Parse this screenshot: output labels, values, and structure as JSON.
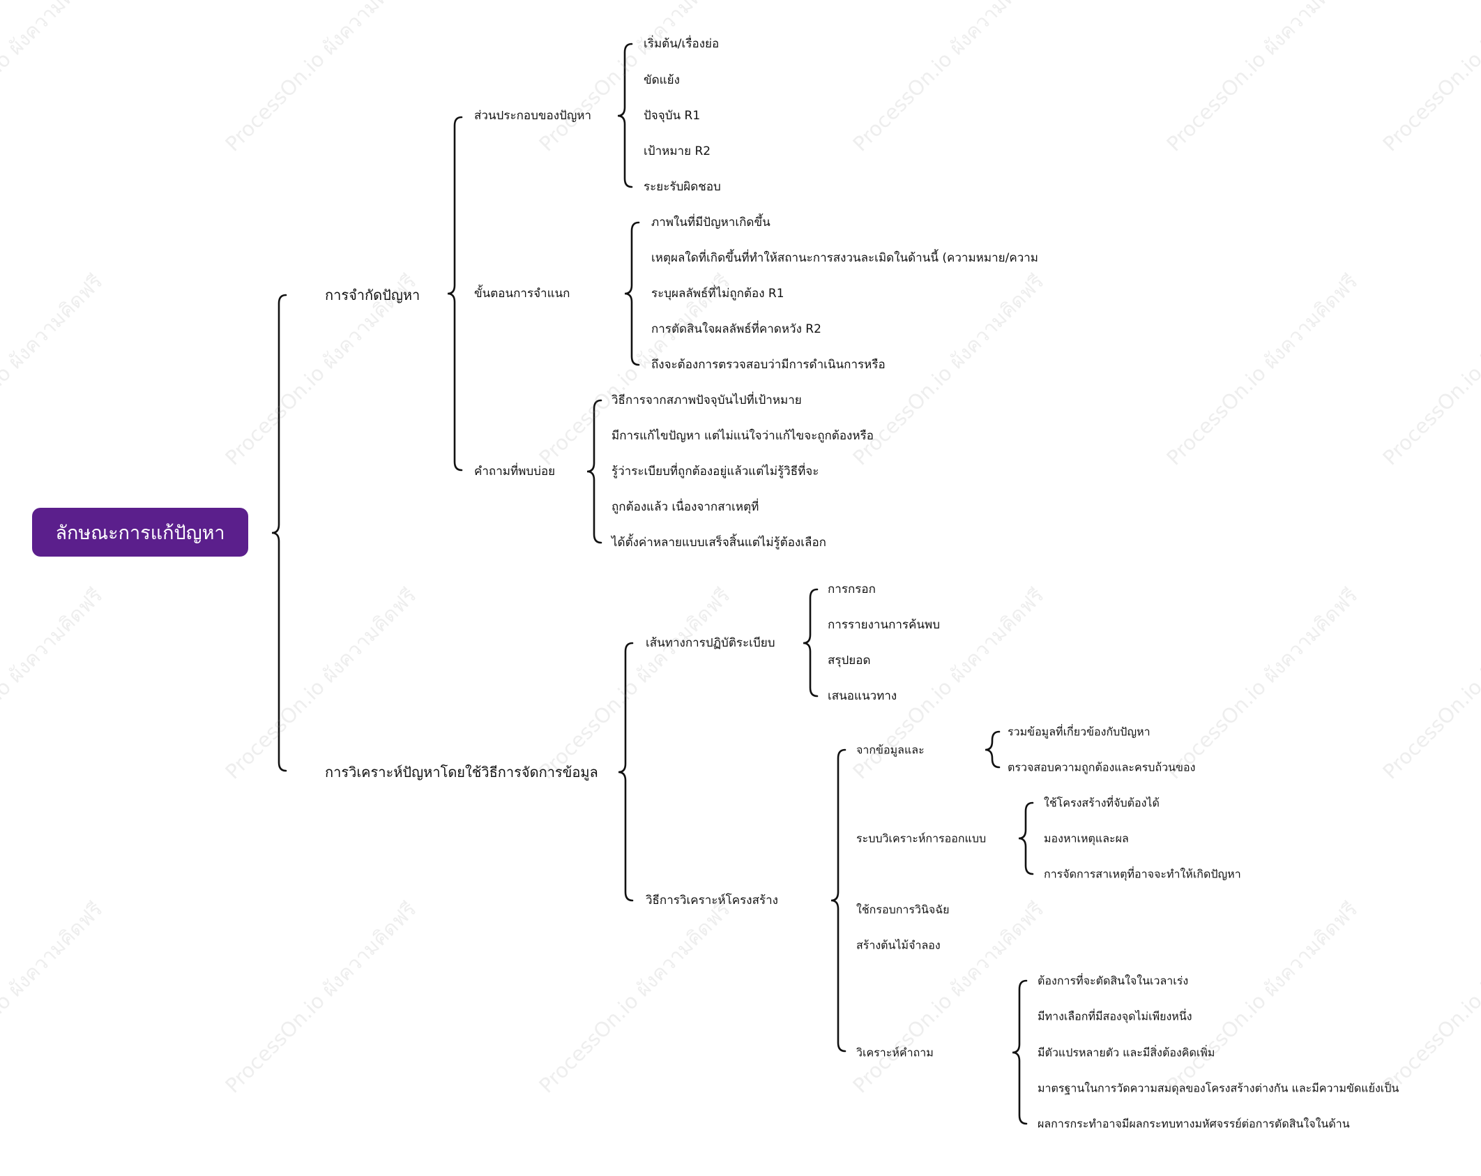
{
  "colors": {
    "root_background": "#5b1f8c",
    "root_text": "#ffffff",
    "text": "#111111",
    "bracket": "#111111",
    "watermark": "#969696"
  },
  "watermark_text": "ProcessOn.io ผังความคิดฟรี",
  "root": {
    "label": "ลักษณะการแก้ปัญหา"
  },
  "branches": [
    {
      "label": "การจำกัดปัญหา",
      "children": [
        {
          "label": "ส่วนประกอบของปัญหา",
          "children": [
            {
              "label": "เริ่มต้น/เรื่องย่อ"
            },
            {
              "label": "ขัดแย้ง"
            },
            {
              "label": "ปัจจุบัน R1"
            },
            {
              "label": "เป้าหมาย R2"
            },
            {
              "label": "ระยะรับผิดชอบ"
            }
          ]
        },
        {
          "label": "ขั้นตอนการจำแนก",
          "children": [
            {
              "label": "ภาพในที่มีปัญหาเกิดขึ้น"
            },
            {
              "label": "เหตุผลใดที่เกิดขึ้นที่ทำให้สถานะการสงวนละเมิดในด้านนี้  (ความหมาย/ความ"
            },
            {
              "label": "ระบุผลลัพธ์ที่ไม่ถูกต้อง R1"
            },
            {
              "label": "การตัดสินใจผลลัพธ์ที่คาดหวัง R2"
            },
            {
              "label": "ถึงจะต้องการตรวจสอบว่ามีการดำเนินการหรือ"
            }
          ]
        },
        {
          "label": "คำถามที่พบบ่อย",
          "children": [
            {
              "label": "วิธีการจากสภาพปัจจุบันไปที่เป้าหมาย"
            },
            {
              "label": "มีการแก้ไขปัญหา แต่ไม่แน่ใจว่าแก้ไขจะถูกต้องหรือ"
            },
            {
              "label": "รู้ว่าระเบียบที่ถูกต้องอยู่แล้วแต่ไม่รู้วิธีที่จะ"
            },
            {
              "label": "ถูกต้องแล้ว เนื่องจากสาเหตุที่"
            },
            {
              "label": "ได้ตั้งค่าหลายแบบเสร็จสิ้นแต่ไม่รู้ต้องเลือก"
            }
          ]
        }
      ]
    },
    {
      "label": "การวิเคราะห์ปัญหาโดยใช้วิธีการจัดการข้อมูล",
      "children": [
        {
          "label": "เส้นทางการปฏิบัติระเบียบ",
          "children": [
            {
              "label": "การกรอก"
            },
            {
              "label": "การรายงานการค้นพบ"
            },
            {
              "label": "สรุปยอด"
            },
            {
              "label": "เสนอแนวทาง"
            }
          ]
        },
        {
          "label": "วิธีการวิเคราะห์โครงสร้าง",
          "children": [
            {
              "label": "จากข้อมูลและ",
              "children": [
                {
                  "label": "รวมข้อมูลที่เกี่ยวข้องกับปัญหา"
                },
                {
                  "label": "ตรวจสอบความถูกต้องและครบถ้วนของ"
                }
              ]
            },
            {
              "label": "ระบบวิเคราะห์การออกแบบ",
              "children": [
                {
                  "label": "ใช้โครงสร้างที่จับต้องได้"
                },
                {
                  "label": "มองหาเหตุและผล"
                },
                {
                  "label": "การจัดการสาเหตุที่อาจจะทำให้เกิดปัญหา"
                }
              ]
            },
            {
              "label": "ใช้กรอบการวินิจฉัย"
            },
            {
              "label": "สร้างต้นไม้จำลอง"
            },
            {
              "label": "วิเคราะห์คำถาม",
              "children": [
                {
                  "label": "ต้องการที่จะตัดสินใจในเวลาเร่ง"
                },
                {
                  "label": "มีทางเลือกที่มีสองจุดไม่เพียงหนึ่ง"
                },
                {
                  "label": "มีตัวแปรหลายตัว และมีสิ่งต้องคิดเพิ่ม"
                },
                {
                  "label": "มาตรฐานในการวัดความสมดุลของโครงสร้างต่างกัน และมีความขัดแย้งเป็น"
                },
                {
                  "label": "ผลการกระทำอาจมีผลกระทบทางมหัศจรรย์ต่อการตัดสินใจในด้าน"
                }
              ]
            }
          ]
        }
      ]
    }
  ]
}
